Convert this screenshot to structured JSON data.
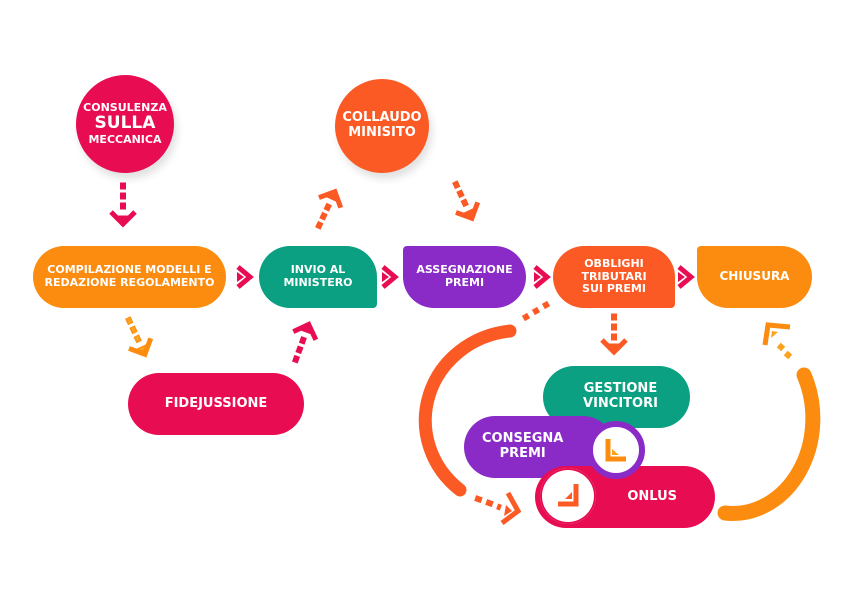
{
  "diagram": {
    "colors": {
      "crimson": "#e80d52",
      "orange_red": "#fb5a24",
      "orange": "#fb8c0f",
      "teal": "#0aa081",
      "purple": "#8a2bc7",
      "amber": "#fba21e"
    },
    "nodes": {
      "consulenza": {
        "line1": "CONSULENZA",
        "line2": "SULLA",
        "line3": "MECCANICA"
      },
      "collaudo": {
        "line1": "COLLAUDO",
        "line2": "MINISITO"
      },
      "compilazione": {
        "line1": "COMPILAZIONE MODELLI E",
        "line2": "REDAZIONE REGOLAMENTO"
      },
      "invio": {
        "line1": "INVIO AL",
        "line2": "MINISTERO"
      },
      "assegnazione": {
        "line1": "ASSEGNAZIONE",
        "line2": "PREMI"
      },
      "obblighi": {
        "line1": "OBBLIGHI",
        "line2": "TRIBUTARI",
        "line3": "SUI PREMI"
      },
      "chiusura": {
        "line1": "CHIUSURA"
      },
      "fidejussione": {
        "line1": "FIDEJUSSIONE"
      },
      "gestione": {
        "line1": "GESTIONE",
        "line2": "VINCITORI"
      },
      "consegna": {
        "line1": "CONSEGNA",
        "line2": "PREMI"
      },
      "onlus": {
        "line1": "ONLUS"
      }
    },
    "icons": {
      "step_arrow": "chevron-right-icon",
      "dashed_arrow": "dashed-arrow-icon",
      "loop_arc": "arc-arrow-icon"
    }
  }
}
